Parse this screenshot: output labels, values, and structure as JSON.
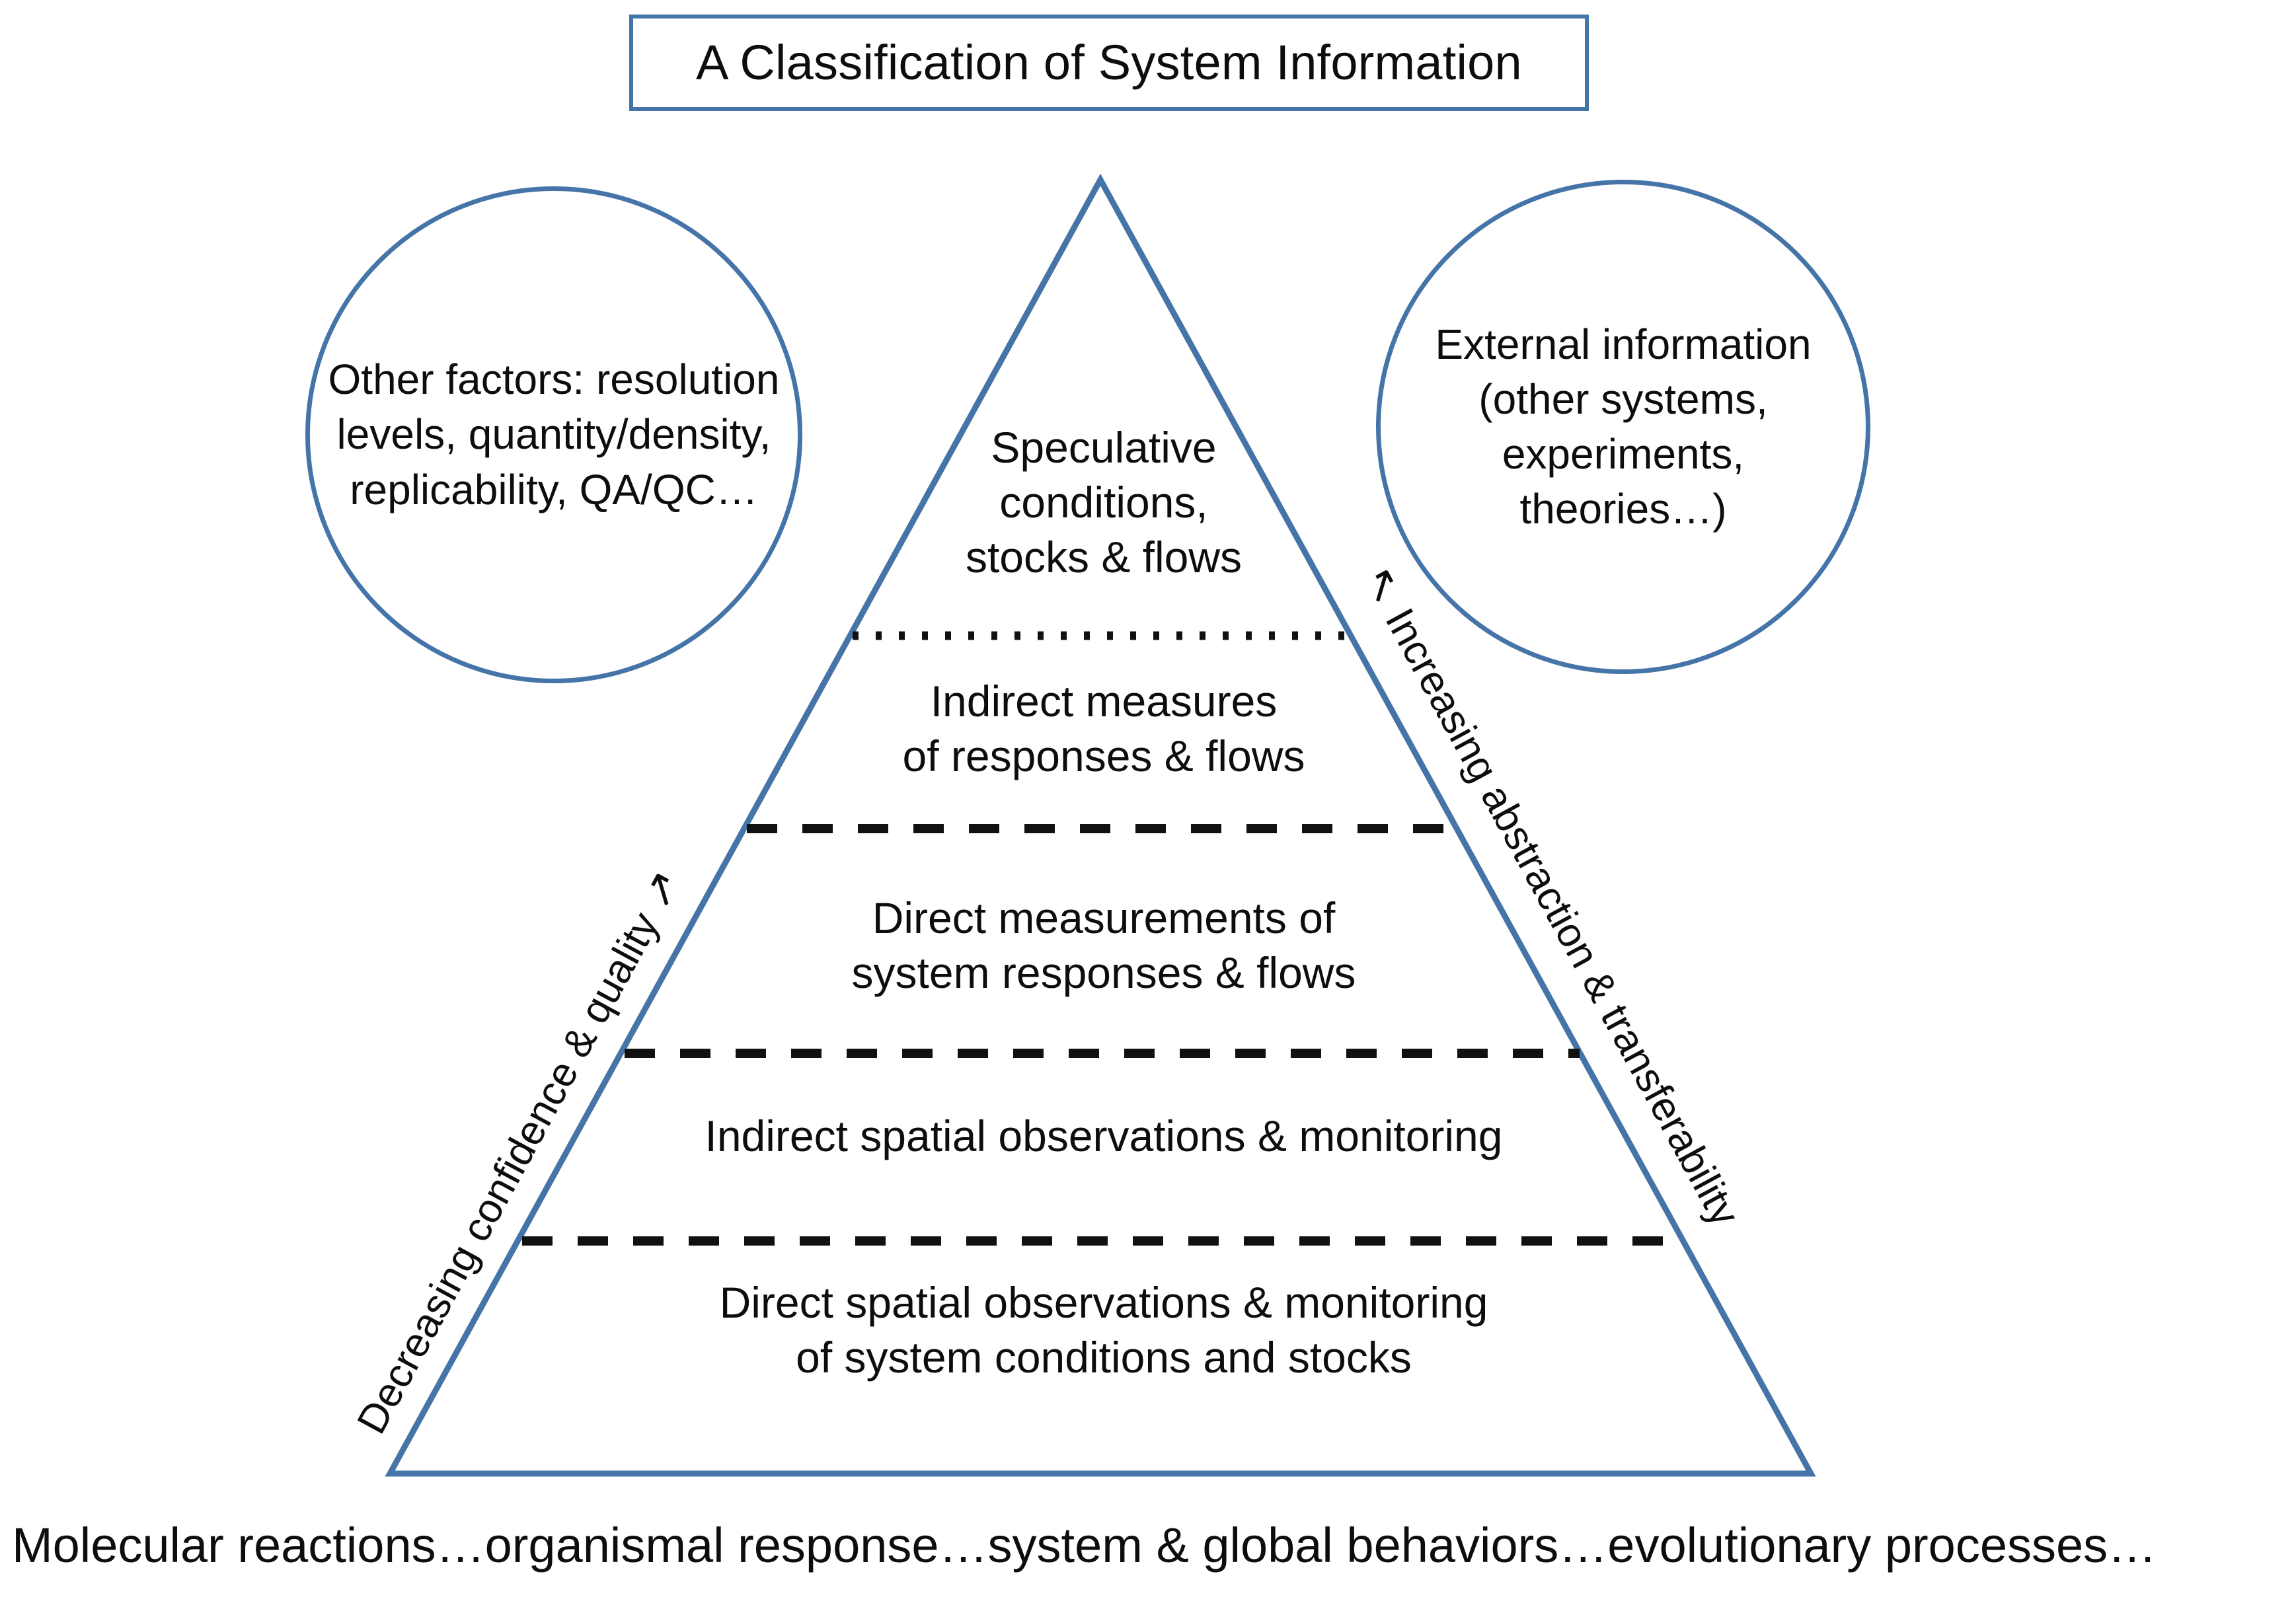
{
  "title": {
    "text": "A Classification of System Information"
  },
  "bubbles": {
    "left": {
      "name": "other-factors",
      "text": "Other factors: resolution levels, quantity/density, replicability, QA/QC…"
    },
    "right": {
      "name": "external-information",
      "text": "External information (other systems, experiments, theories…)"
    }
  },
  "pyramid": {
    "tiers": [
      {
        "id": "speculative",
        "label": "Speculative\nconditions,\nstocks & flows",
        "divider_below": "dotted"
      },
      {
        "id": "indirect-measures",
        "label": "Indirect measures\nof responses & flows",
        "divider_below": "dashed"
      },
      {
        "id": "direct-measurements",
        "label": "Direct measurements of\nsystem responses & flows",
        "divider_below": "dashed"
      },
      {
        "id": "indirect-spatial",
        "label": "Indirect spatial observations & monitoring",
        "divider_below": "dashed"
      },
      {
        "id": "direct-spatial",
        "label": "Direct spatial observations & monitoring\nof system conditions and stocks",
        "divider_below": "none"
      }
    ]
  },
  "axes": {
    "left": {
      "text": "Decreasing confidence & quality",
      "arrow": "↗"
    },
    "right": {
      "text": "Increasing abstraction & transferability",
      "arrow": "↖"
    }
  },
  "caption": {
    "text": "Molecular reactions…organismal response…system & global behaviors…evolutionary processes…"
  },
  "colors": {
    "outline_blue": "#4574a8",
    "text_black": "#0d0d0d",
    "background": "#ffffff"
  }
}
